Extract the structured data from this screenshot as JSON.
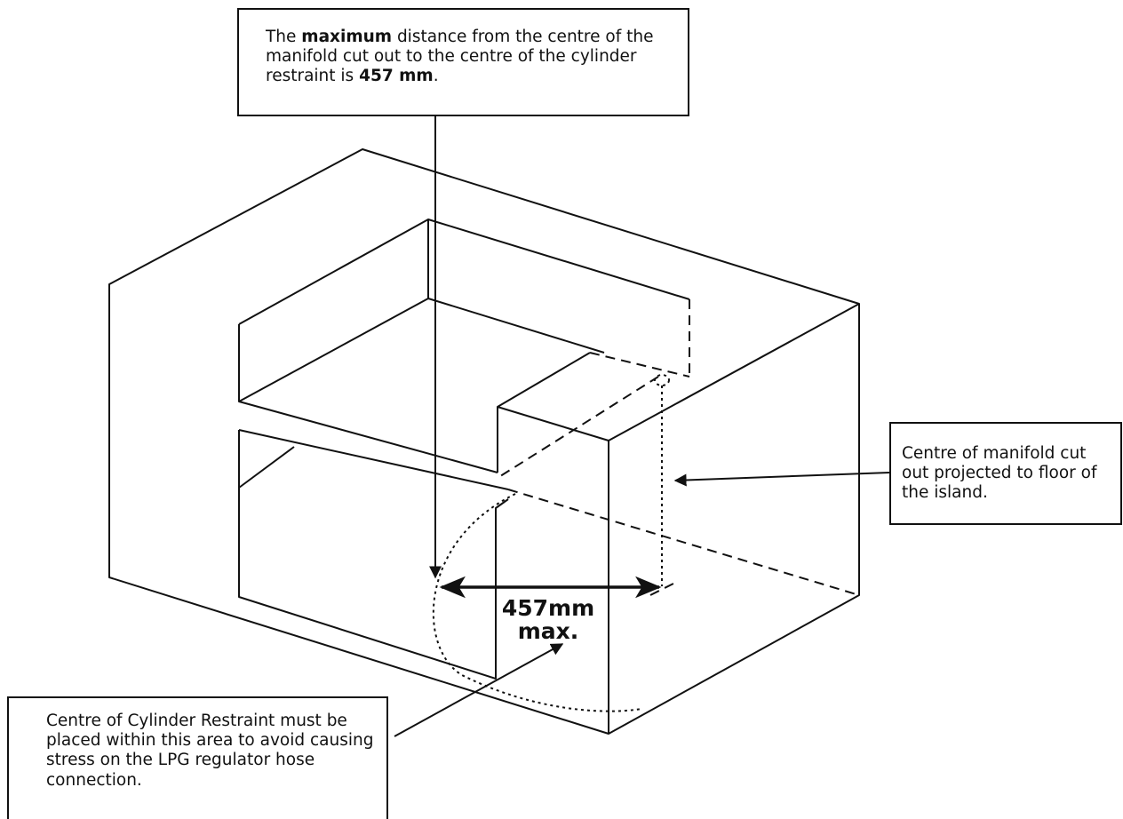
{
  "callouts": {
    "top": {
      "part1": "The ",
      "bold1": "maximum",
      "part2": " distance from the centre of the manifold cut out to the centre of the cylinder restraint is ",
      "bold2": "457 mm",
      "part3": "."
    },
    "right": {
      "text": "Centre of manifold cut out projected to floor of the island."
    },
    "bottom": {
      "text": "Centre of Cylinder Restraint must be placed within this area to avoid causing stress on the LPG regulator hose connection."
    }
  },
  "dimension": {
    "value": "457mm",
    "suffix": "max."
  },
  "colors": {
    "line": "#111111",
    "background": "#ffffff"
  }
}
